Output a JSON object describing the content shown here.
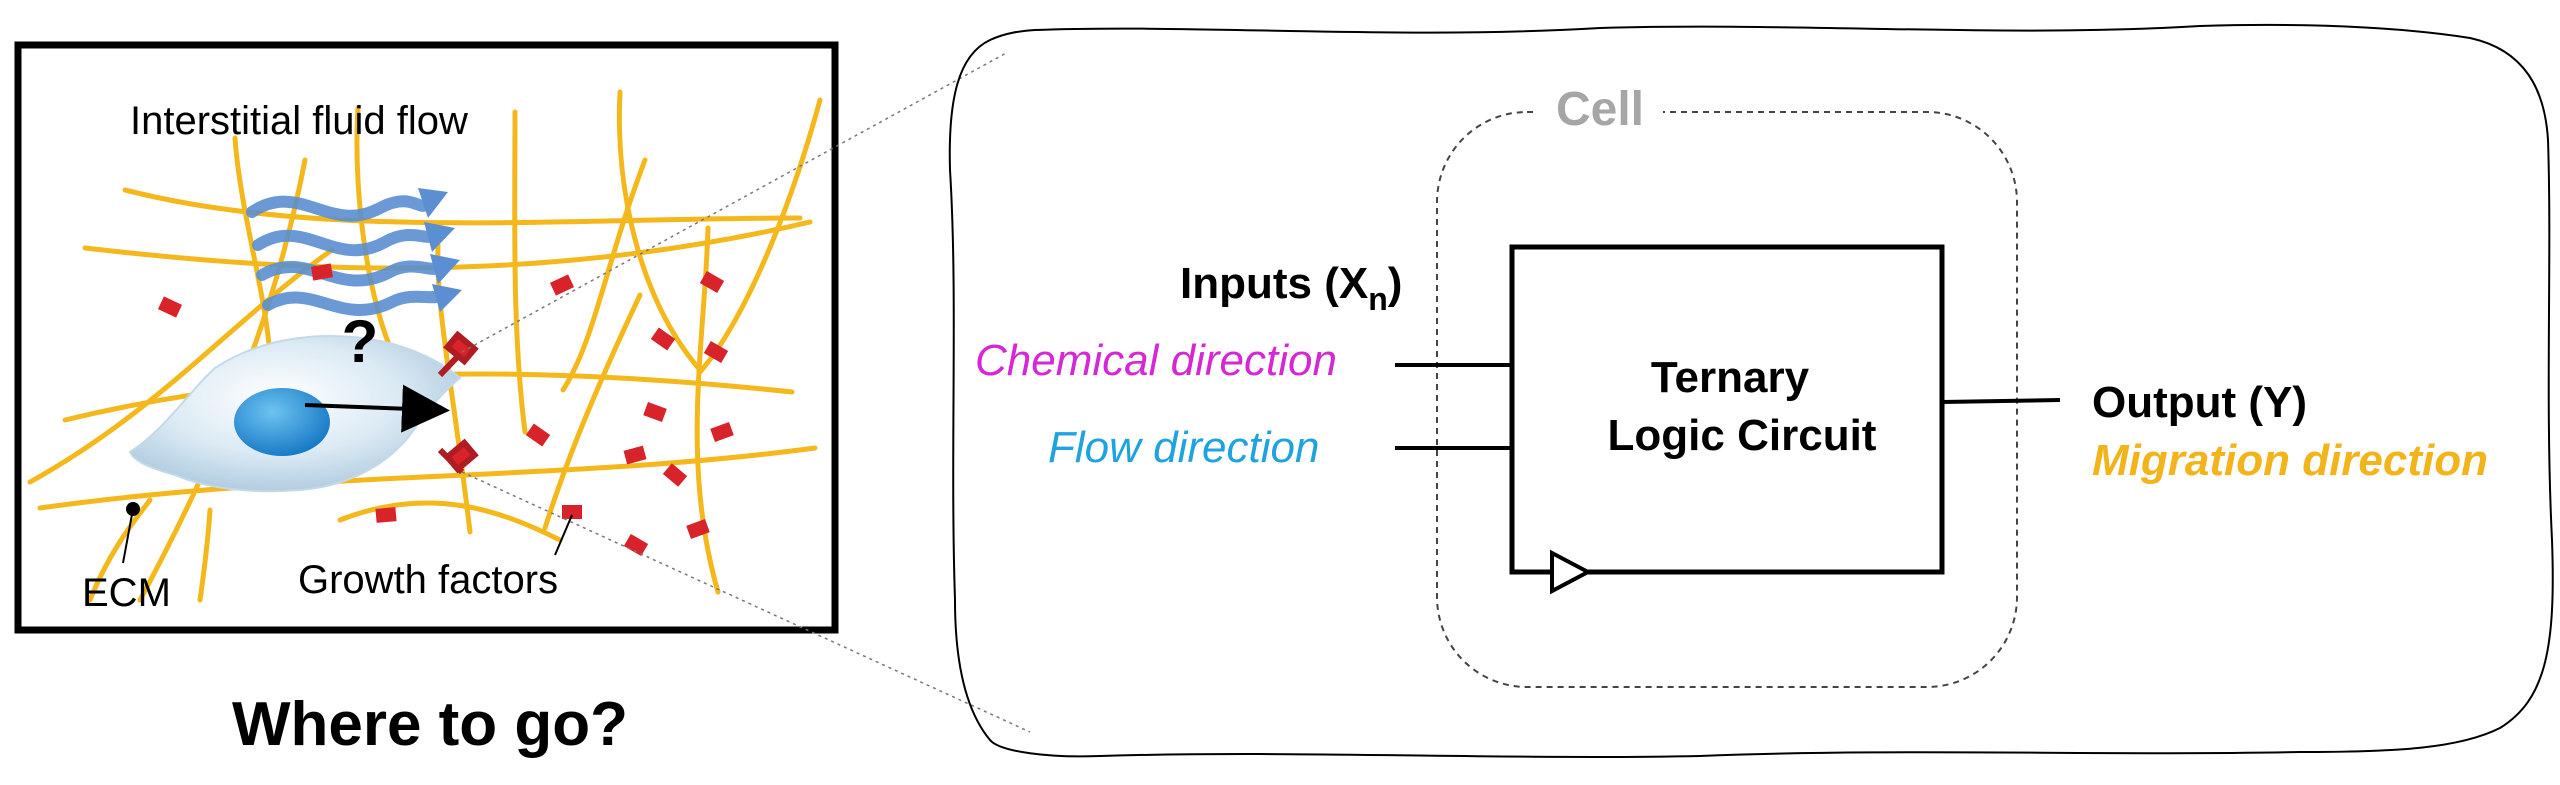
{
  "left_panel": {
    "flow_label": "Interstitial fluid flow",
    "question_mark": "?",
    "ecm_label": "ECM",
    "growth_label": "Growth factors",
    "caption": "Where to go?"
  },
  "right_panel": {
    "cell_label": "Cell",
    "inputs_label": "Inputs (X",
    "inputs_subscript": "n",
    "inputs_close": ")",
    "input_1": "Chemical direction",
    "input_2": "Flow direction",
    "circuit_line1": "Ternary",
    "circuit_line2": "Logic Circuit",
    "output_label": "Output (Y)",
    "output_value": "Migration direction"
  },
  "colors": {
    "fiber": "#f4b81c",
    "growth_factor": "#d8232a",
    "chemical": "#d627d6",
    "flow": "#1ea3e0",
    "migration": "#f2b41a",
    "cell_label": "#a6a6a6",
    "flow_arrows": "#5b8fd1"
  }
}
